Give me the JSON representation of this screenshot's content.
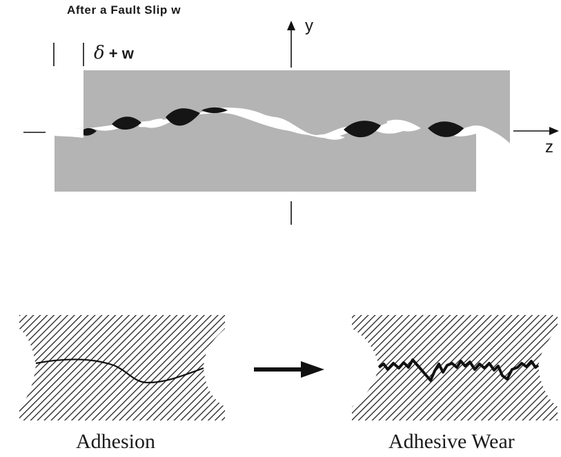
{
  "top_panel": {
    "title": "After a Fault Slip w",
    "delta_symbol": "δ",
    "delta_suffix": " + w",
    "axis_y": "y",
    "axis_z": "z"
  },
  "bottom_panel": {
    "left_caption": "Adhesion",
    "right_caption": "Adhesive Wear"
  },
  "colors": {
    "block_gray": "#b4b4b4",
    "contact_black": "#151515",
    "hatch": "#1f1f1f"
  }
}
